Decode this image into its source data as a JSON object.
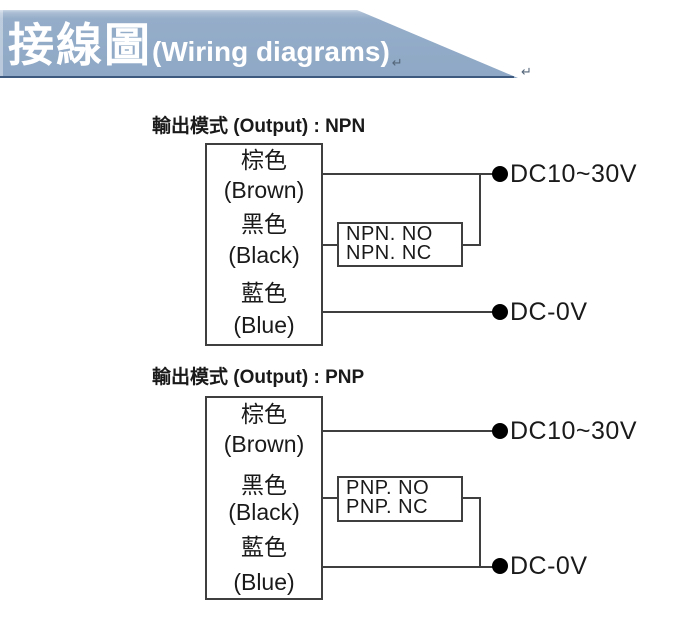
{
  "header": {
    "title_zh": "接線圖",
    "title_en": "(Wiring diagrams)",
    "paragraph_mark": "↵"
  },
  "colors": {
    "banner_bg": "#8ea8c5",
    "banner_highlight": "#c9d6e4",
    "banner_border": "#3d5a7e",
    "title_text": "#ffffff",
    "line": "#3f3f3f",
    "text": "#1a1a1a"
  },
  "diagrams": [
    {
      "id": "npn",
      "label": "輸出模式 (Output) : NPN",
      "wires": [
        {
          "zh": "棕色",
          "en": "(Brown)"
        },
        {
          "zh": "黑色",
          "en": "(Black)"
        },
        {
          "zh": "藍色",
          "en": "(Blue)"
        }
      ],
      "output_box": {
        "line1": "NPN. NO",
        "line2": "NPN. NC"
      },
      "terminals": [
        {
          "label": "DC10~30V"
        },
        {
          "label": "DC-0V"
        }
      ]
    },
    {
      "id": "pnp",
      "label": "輸出模式 (Output) : PNP",
      "wires": [
        {
          "zh": "棕色",
          "en": "(Brown)"
        },
        {
          "zh": "黑色",
          "en": "(Black)"
        },
        {
          "zh": "藍色",
          "en": "(Blue)"
        }
      ],
      "output_box": {
        "line1": "PNP. NO",
        "line2": "PNP. NC"
      },
      "terminals": [
        {
          "label": "DC10~30V"
        },
        {
          "label": "DC-0V"
        }
      ]
    }
  ]
}
